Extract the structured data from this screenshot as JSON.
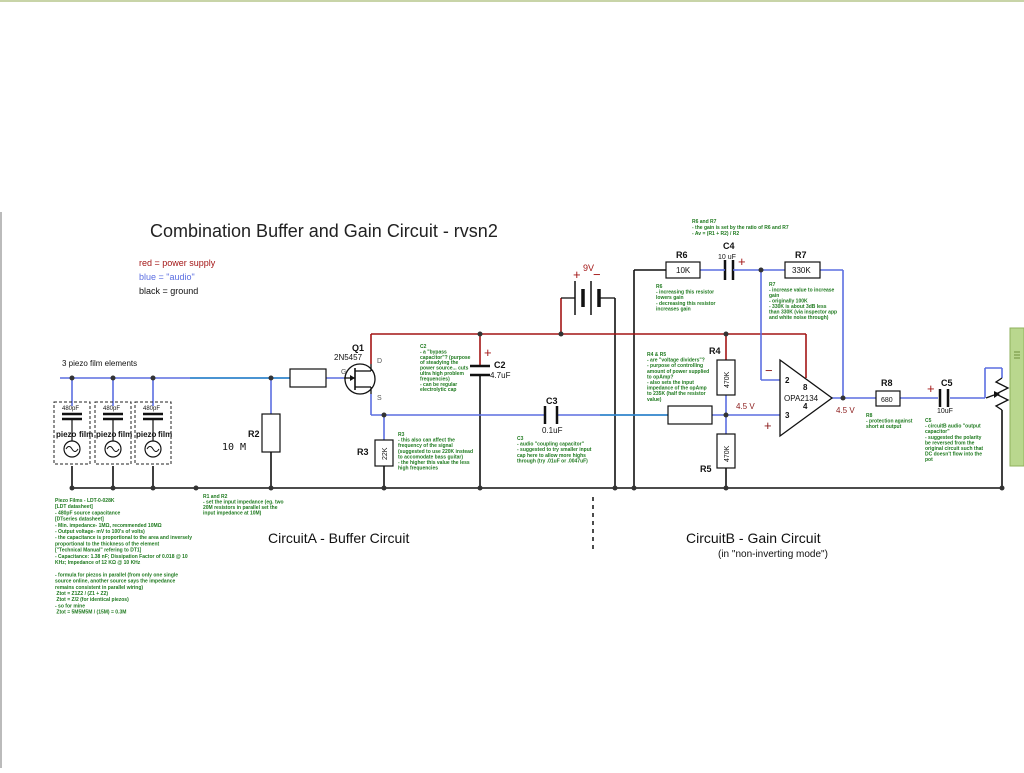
{
  "title": "Combination Buffer and Gain Circuit - rvsn2",
  "legend": {
    "red": "red = power supply",
    "blue": "blue = \"audio\"",
    "black": "black = ground"
  },
  "colors": {
    "power": "#a31515",
    "audio": "#5b6ee1",
    "ground": "#111111",
    "notes": "#1f7a1f",
    "highlight": "#8b1a1a",
    "frame": "#c8d4a8",
    "scrollbar": "#b9d78e"
  },
  "piezo": {
    "heading": "3 piezo film elements",
    "cap": "480pF",
    "label_a": "piezo",
    "label_b": "film",
    "notes": [
      "Piezo Films - LDT-0-028K",
      "[LDT datasheet]",
      "- 480pF source capacitance",
      "[DTseries datasheet]",
      "- Min. impedance- 1MΩ, recommended 10MΩ",
      "- Output voltage- mV to 100's of volts)",
      "- the capacitance is proportional to the area and inversely",
      "proportional to the thickness of the element",
      "[\"Technical Manual\" refering to DT1]",
      "- Capacitance: 1.38 nF; Dissipation Factor of 0.018 @ 10",
      "KHz; Impedance of 12 KΩ @ 10 KHz",
      "",
      "- formula for piezos in parallel (from only one single",
      "source online, another source says the impedance",
      "remains consistent in parallel wiring)",
      "    Ztot = Z1Z2 / (Z1 + Z2)",
      "    Ztot = Z/2 (for identical piezos)",
      "- so for mine",
      "    Ztot = 5M5M5M / (15M) = 0.3M"
    ]
  },
  "components": {
    "q1": {
      "name": "Q1",
      "part": "2N5457",
      "gate": "G",
      "drain": "D",
      "source": "S"
    },
    "r2": {
      "name": "R2",
      "value": "10 M"
    },
    "r3": {
      "name": "R3",
      "value": "22K"
    },
    "c2": {
      "name": "C2",
      "value": "4.7uF",
      "plus": "+"
    },
    "c3": {
      "name": "C3",
      "value": "0.1uF"
    },
    "battery": {
      "value": "9V",
      "plus": "+",
      "minus": "−"
    },
    "r4": {
      "name": "R4",
      "value": "470K"
    },
    "r5": {
      "name": "R5",
      "value": "470K"
    },
    "r6": {
      "name": "R6",
      "value": "10K"
    },
    "c4": {
      "name": "C4",
      "value": "10 uF",
      "plus": "+"
    },
    "r7": {
      "name": "R7",
      "value": "330K"
    },
    "opamp": {
      "part": "OPA2134",
      "pin_in_neg": "2",
      "pin_in_pos": "3",
      "pin_v_pos": "8",
      "pin_v_neg": "4",
      "minus": "−",
      "plus": "+"
    },
    "r8": {
      "name": "R8",
      "value": "680"
    },
    "c5": {
      "name": "C5",
      "value": "10uF",
      "plus": "+"
    },
    "bias_left": "4.5 V",
    "bias_right": "4.5 V"
  },
  "notes": {
    "r1r2": [
      "R1 and R2",
      "- set the input impedance (eg. two",
      "20M resistors in parallel set the",
      "input impedance at 10M)"
    ],
    "c2": [
      "C2",
      "- a \"bypass",
      "capacitor\"? (purpose",
      "of steadying the",
      "power source... cuts",
      "ultra high problem",
      "frequencies)",
      "- can be regular",
      "electrolytic cap"
    ],
    "r3": [
      "R3",
      "- this also can affect the",
      "frequency of the signal",
      "(suggested to use 220K instead",
      "to accomodate bass guitar)",
      "- the higher this value the less",
      "high frequencies"
    ],
    "c3": [
      "C3",
      "- audio \"coupling capacitor\"",
      "- suggested to try smaller input",
      "cap here to allow more highs",
      "through (try .01uF or .0047uF)"
    ],
    "r6": [
      "R6",
      "- increasing this resistor",
      "lowers gain",
      "- decreasing this resistor",
      "increases gain"
    ],
    "r4r5": [
      "R4 & R5",
      "- are \"voltage dividers\"?",
      "- purpose of controlling",
      "amount of power supplied",
      "to opAmp?",
      "- also sets the input",
      "impedance of the opAmp",
      "to 235K (half the resistor",
      "value)"
    ],
    "r6r7": [
      "R6 and R7",
      "- the gain is set by the ratio of R6 and R7",
      "- Av = (R1 + R2) / R2"
    ],
    "r7": [
      "R7",
      "- increase value to increase",
      "gain",
      "- originally 100K",
      "- 330K is about 3dB less",
      "than 330K (via inspector app",
      "and white noise through)"
    ],
    "r8": [
      "R8",
      "- protection against",
      "short at output"
    ],
    "c5": [
      "C5",
      "- circuitB audio \"output",
      "capacitor\"",
      "- suggested the polarity",
      "be reversed from the",
      "original circuit such that",
      "DC doesn't flow into the",
      "pot"
    ]
  },
  "sections": {
    "a": "CircuitA - Buffer Circuit",
    "b": "CircuitB - Gain Circuit",
    "b_sub": "(in \"non-inverting mode\")"
  }
}
